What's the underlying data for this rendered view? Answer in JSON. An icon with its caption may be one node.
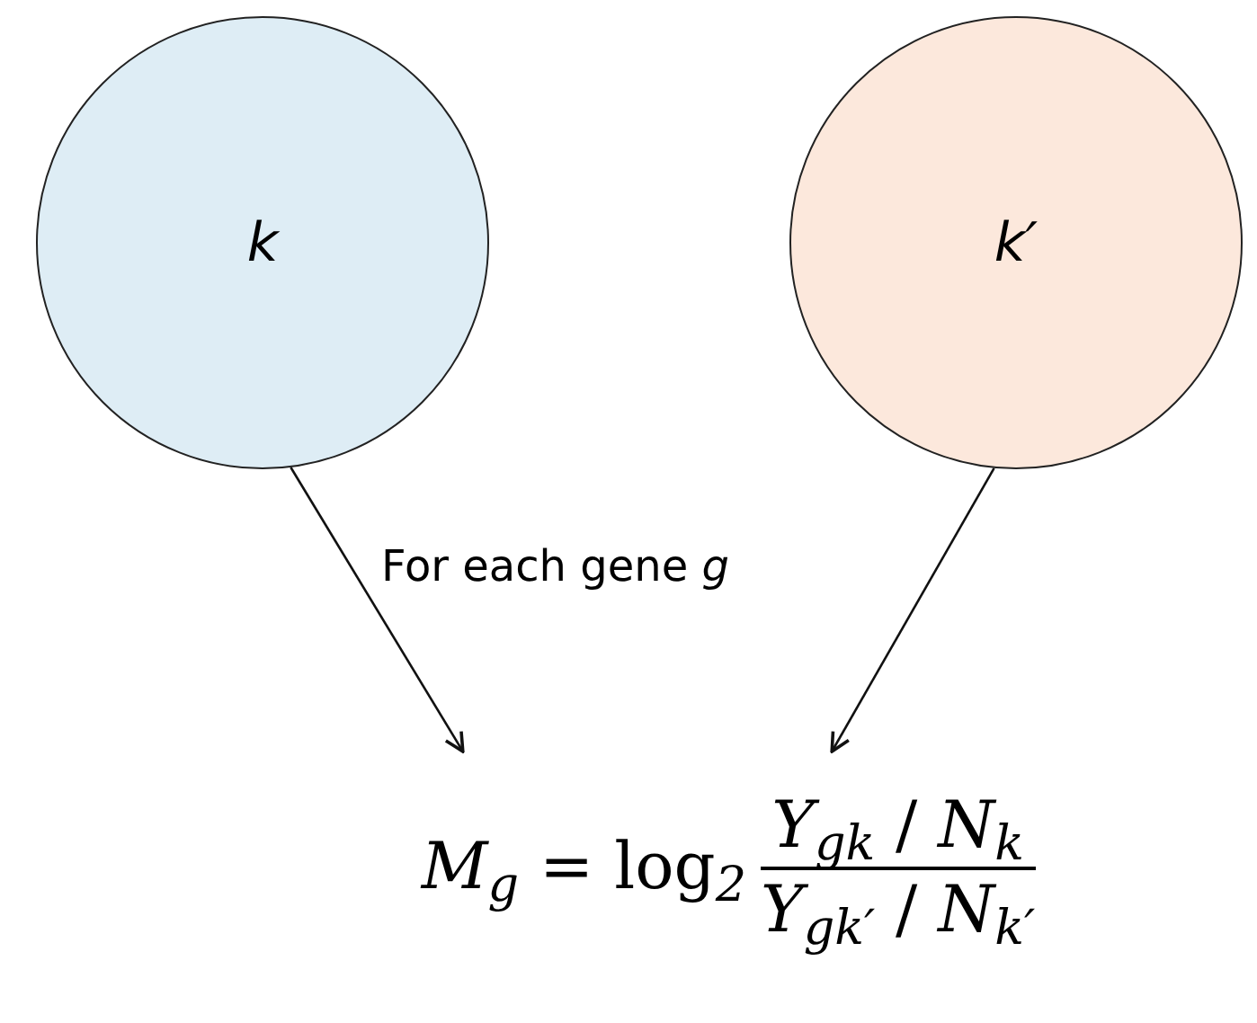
{
  "diagram": {
    "nodes": [
      {
        "text": [
          "k"
        ]
      },
      {
        "text": [
          "k′"
        ]
      },
      {
        "text": [
          "*M*$_{g}$ = log$_{2}$",
          "*Y*$_{gk}$ / *N*$_{k}$",
          "*Y*$_{gk′}$ / *N*$_{k′}$"
        ]
      }
    ],
    "edges": [
      {
        "from": 0,
        "to": 2,
        "arrow": "to"
      },
      {
        "from": 1,
        "to": 2,
        "arrow": "to"
      }
    ],
    "labels": [
      "For each gene *g*"
    ]
  }
}
